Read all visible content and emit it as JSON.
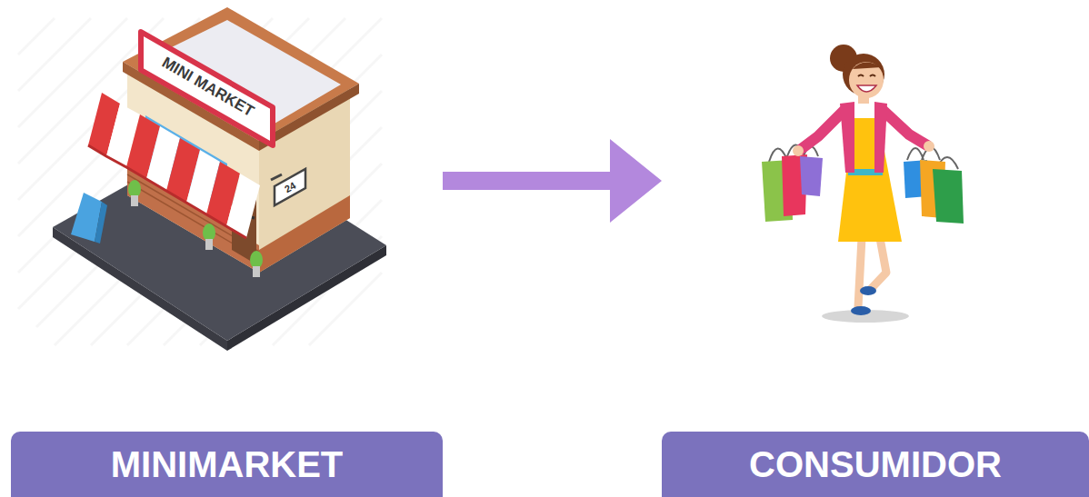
{
  "diagram": {
    "nodes": [
      {
        "text": [
          "MINIMARKET"
        ]
      },
      {
        "text": [
          "CONSUMIDOR"
        ]
      }
    ],
    "edges": [
      {
        "from": 0,
        "to": 1,
        "arrow": "to"
      }
    ],
    "labels": [
      "MINI MARKET",
      "24"
    ]
  }
}
